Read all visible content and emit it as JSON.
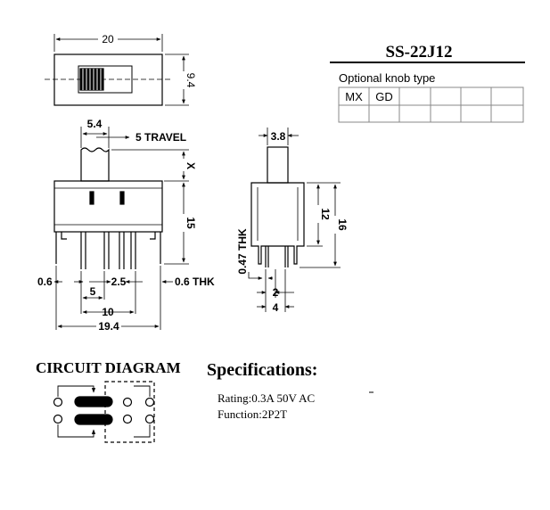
{
  "part_number": "SS-22J12",
  "knob": {
    "label": "Optional knob type",
    "options": [
      "MX",
      "GD",
      "",
      "",
      "",
      ""
    ]
  },
  "dimensions": {
    "top_width": "20",
    "top_height": "9.4",
    "front_pin_pitch_top": "5.4",
    "travel": "5 TRAVEL",
    "x_label": "X",
    "body_height": "15",
    "left_margin": "0.6",
    "pin_spacing": "2.5",
    "pin_thickness": "0.6 THK",
    "pin_group": "5",
    "pin_span": "10",
    "overall_width": "19.4",
    "side_knob_width": "3.8",
    "side_body_height": "12",
    "side_total_height": "16",
    "side_thk": "0.47 THK",
    "side_pin_spacing": "2",
    "side_pin_span": "4"
  },
  "circuit": {
    "heading": "CIRCUIT DIAGRAM"
  },
  "specs": {
    "heading": "Specifications:",
    "rating": "Rating:0.3A 50V AC",
    "function": "Function:2P2T"
  }
}
